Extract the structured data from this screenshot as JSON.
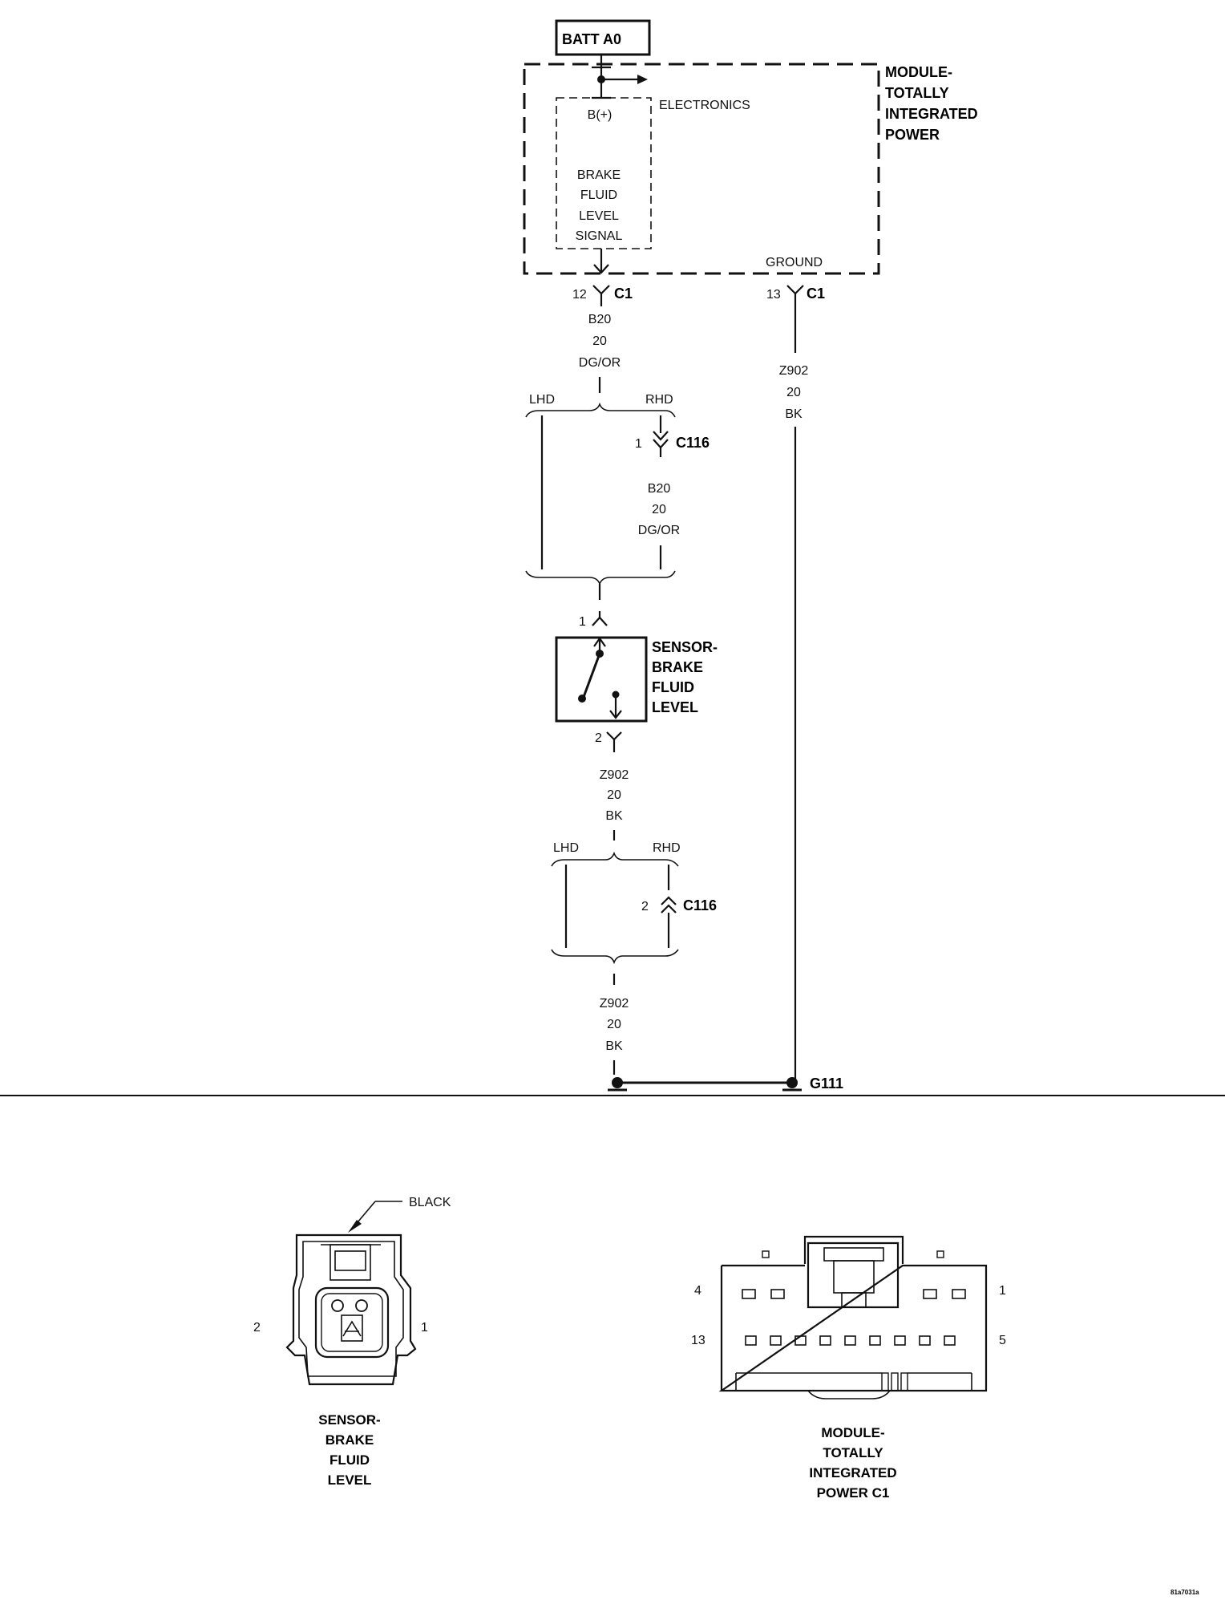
{
  "module": {
    "batt_label": "BATT A0",
    "title": [
      "MODULE-",
      "TOTALLY",
      "INTEGRATED",
      "POWER"
    ],
    "electronics": "ELECTRONICS",
    "bplus": "B(+)",
    "signal": [
      "BRAKE",
      "FLUID",
      "LEVEL",
      "SIGNAL"
    ],
    "ground": "GROUND"
  },
  "connectors": {
    "c1_pin12": "12",
    "c1_pin13": "13",
    "c1": "C1",
    "c116": "C116",
    "c116_pin1": "1",
    "c116_pin2": "2",
    "sensor_pin1": "1",
    "sensor_pin2": "2",
    "ground_point": "G111"
  },
  "wires": {
    "b20_a": [
      "B20",
      "20",
      "DG/OR"
    ],
    "b20_b": [
      "B20",
      "20",
      "DG/OR"
    ],
    "z902_right": [
      "Z902",
      "20",
      "BK"
    ],
    "z902_a": [
      "Z902",
      "20",
      "BK"
    ],
    "z902_b": [
      "Z902",
      "20",
      "BK"
    ]
  },
  "branches": {
    "lhd": "LHD",
    "rhd": "RHD"
  },
  "sensor": {
    "title": [
      "SENSOR-",
      "BRAKE",
      "FLUID",
      "LEVEL"
    ]
  },
  "connector_views": {
    "sensor_color": "BLACK",
    "sensor_pin2": "2",
    "sensor_pin1": "1",
    "sensor_title": [
      "SENSOR-",
      "BRAKE",
      "FLUID",
      "LEVEL"
    ],
    "tipm_pin4": "4",
    "tipm_pin1": "1",
    "tipm_pin13": "13",
    "tipm_pin5": "5",
    "tipm_title": [
      "MODULE-",
      "TOTALLY",
      "INTEGRATED",
      "POWER C1"
    ]
  },
  "footer": {
    "figure_id": "81a7031a"
  }
}
